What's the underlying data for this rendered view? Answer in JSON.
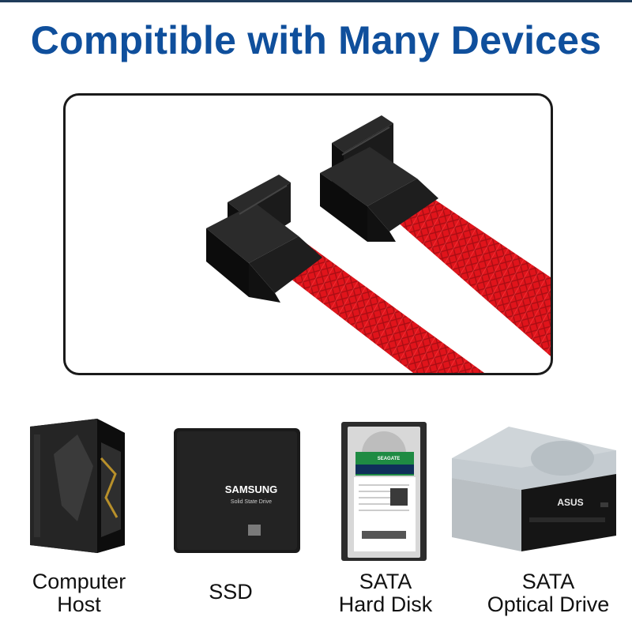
{
  "headline": "Compitible with Many Devices",
  "colors": {
    "headline": "#0f4f9c",
    "cable_red": "#e0141b",
    "connector_black": "#151515",
    "frame_border": "#1a1a1a"
  },
  "product": {
    "image": "right-angle-sata-cables-icon"
  },
  "devices": [
    {
      "icon": "computer-tower-icon",
      "caption_lines": [
        "Computer",
        "Host"
      ]
    },
    {
      "icon": "ssd-icon",
      "caption_lines": [
        "SSD"
      ],
      "brand": "SAMSUNG",
      "subtitle": "Solid State Drive"
    },
    {
      "icon": "hard-disk-icon",
      "caption_lines": [
        "SATA",
        "Hard Disk"
      ],
      "brand": "SEAGATE"
    },
    {
      "icon": "optical-drive-icon",
      "caption_lines": [
        "SATA",
        "Optical Drive"
      ],
      "brand": "ASUS"
    }
  ]
}
